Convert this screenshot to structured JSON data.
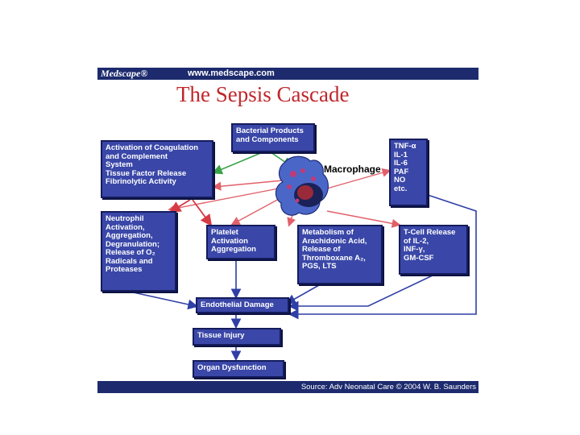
{
  "header": {
    "logo": "Medscape®",
    "url": "www.medscape.com"
  },
  "title": "The Sepsis Cascade",
  "boxes": {
    "bacterial": "Bacterial Products\nand Components",
    "coagulation": "Activation of Coagulation\nand Complement\nSystem\nTissue Factor Release\nFibrinolytic Activity",
    "cytokines": "TNF-α\nIL-1\nIL-6\nPAF\nNO\netc.",
    "neutrophil": "Neutrophil\nActivation,\nAggregation,\nDegranulation;\nRelease of O₂\nRadicals and\nProteases",
    "platelet": "Platelet\nActivation\nAggregation",
    "arachidonic": "Metabolism of\nArachidonic Acid,\nRelease of\nThromboxane A₂,\nPGS, LTS",
    "tcell": "T-Cell Release\nof IL-2,\nINF-γ,\nGM-CSF",
    "endothelial": "Endothelial Damage",
    "tissue": "Tissue Injury",
    "organ": "Organ Dysfunction"
  },
  "macrophage_label": "Macrophage",
  "footer": {
    "source": "Source: Adv Neonatal Care © 2004 W. B. Saunders"
  },
  "colors": {
    "header_bar": "#1d2b6e",
    "title": "#c0262b",
    "box_fill": "#3a47a8",
    "arrow_green": "#3aa34a",
    "arrow_red": "#e2606a",
    "arrow_blue": "#2f3fa6"
  }
}
